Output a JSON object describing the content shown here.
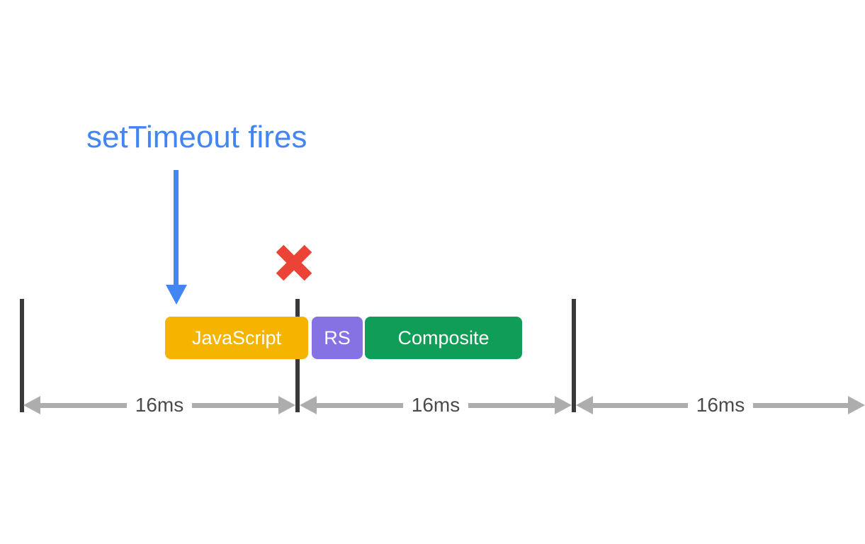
{
  "annotation": {
    "label": "setTimeout fires"
  },
  "marker": {
    "name": "missed-frame-x",
    "meaning": "frame boundary missed / blocked"
  },
  "tasks": [
    {
      "label": "JavaScript",
      "color": "#F4B400"
    },
    {
      "label": "RS",
      "color": "#8672E2"
    },
    {
      "label": "Composite",
      "color": "#0F9D58"
    }
  ],
  "spans": [
    {
      "label": "16ms"
    },
    {
      "label": "16ms"
    },
    {
      "label": "16ms"
    }
  ],
  "colors": {
    "bg": "#FFFFFF",
    "blue": "#4285F4",
    "red": "#EB4437",
    "yellow": "#F4B400",
    "purple": "#8672E2",
    "green": "#0F9D58",
    "bar": "#3A3A3A",
    "arrow-gray": "#ADADAD",
    "label-gray": "#4A4A4A",
    "task-text": "#FFFFFF"
  }
}
